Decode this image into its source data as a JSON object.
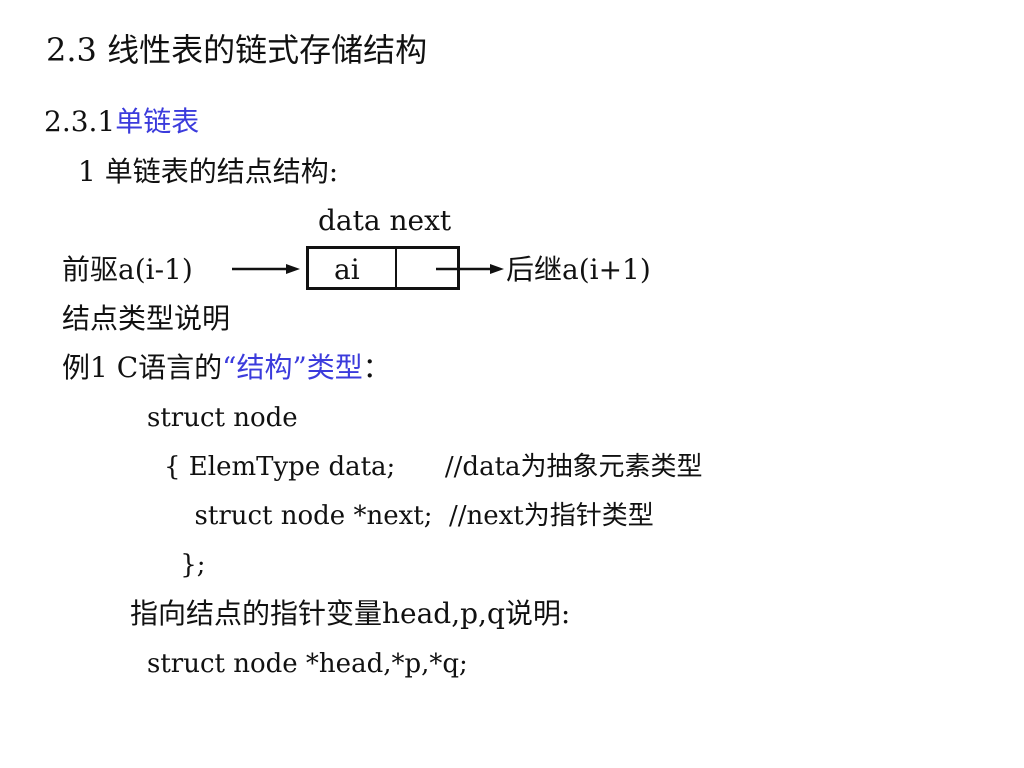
{
  "slide": {
    "title": "2.3 线性表的链式存储结构",
    "subsection": {
      "prefix": "2.3.1",
      "name": "单链表"
    },
    "heading1": "1 单链表的结点结构:",
    "diagram": {
      "field_labels": "data next",
      "predecessor": "前驱a(i-1)",
      "node_value": "ai",
      "successor": "后继a(i+1)"
    },
    "node_type_desc": "结点类型说明",
    "example": {
      "prefix": "例1 C语言的",
      "highlight": "“结构”类型",
      "suffix": "："
    },
    "code": [
      "struct node",
      "{ ElemType data;      //data为抽象元素类型",
      "  struct node *next;  //next为指针类型",
      " };"
    ],
    "pointer_desc": "指向结点的指针变量head,p,q说明:",
    "pointer_decl": "struct node *head,*p,*q;"
  }
}
